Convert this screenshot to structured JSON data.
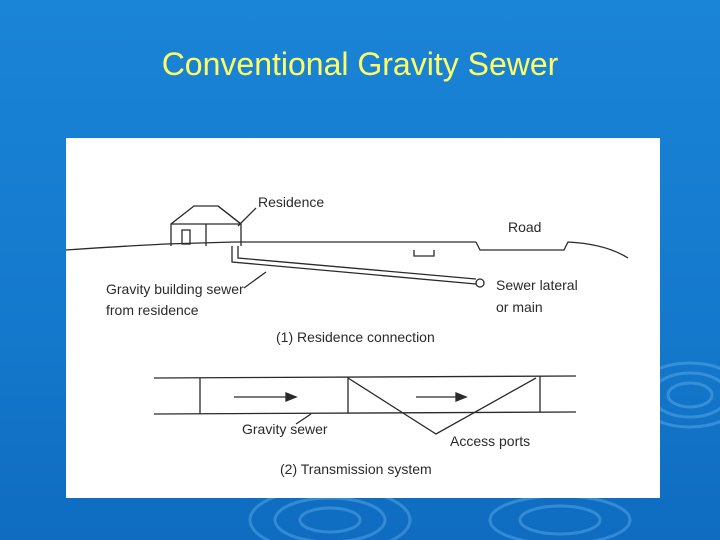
{
  "slide": {
    "title": "Conventional Gravity Sewer"
  },
  "diagram": {
    "panel1": {
      "residence": "Residence",
      "road": "Road",
      "building_sewer_line1": "Gravity building sewer",
      "building_sewer_line2": "from residence",
      "lateral_line1": "Sewer lateral",
      "lateral_line2": "or main",
      "caption": "(1) Residence connection"
    },
    "panel2": {
      "gravity_sewer": "Gravity sewer",
      "access_ports": "Access ports",
      "caption": "(2) Transmission system"
    }
  },
  "colors": {
    "background": "#1479cc",
    "title": "#ffff66",
    "figure_bg": "#ffffff",
    "ink": "#2a2a2a"
  }
}
